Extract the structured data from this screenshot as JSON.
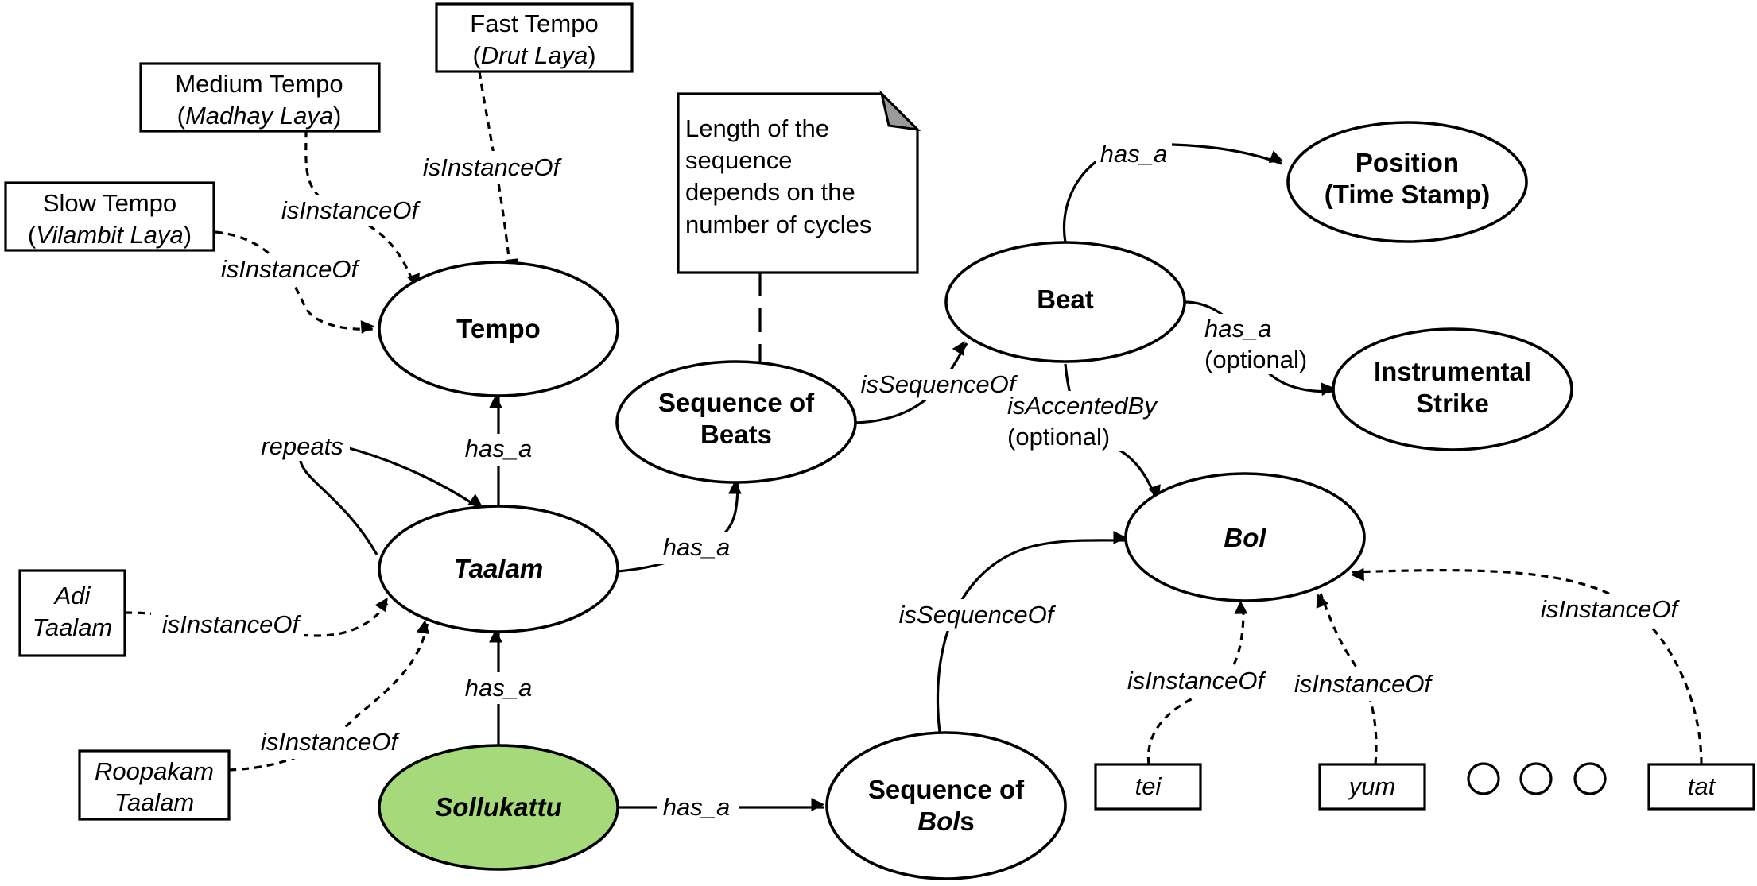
{
  "colors": {
    "stroke": "#000000",
    "background": "#ffffff",
    "sollukattu_fill": "#a5d97a"
  },
  "nodes": {
    "sollukattu": "Sollukattu",
    "taalam": "Taalam",
    "tempo": "Tempo",
    "sequence_of_beats": [
      "Sequence of",
      "Beats"
    ],
    "beat": "Beat",
    "position": [
      "Position",
      "(Time Stamp)"
    ],
    "instrumental_strike": [
      "Instrumental",
      "Strike"
    ],
    "bol": "Bol",
    "sequence_of_bols": [
      "Sequence of",
      "Bol",
      "s"
    ]
  },
  "boxes": {
    "fast_tempo": [
      "Fast Tempo",
      "(",
      "Drut Laya",
      ")"
    ],
    "medium_tempo": [
      "Medium Tempo",
      "(",
      "Madhay Laya",
      ")"
    ],
    "slow_tempo": [
      "Slow Tempo",
      "(",
      "Vilambit Laya",
      ")"
    ],
    "adi_taalam": [
      "Adi",
      "Taalam"
    ],
    "roopakam_taalam": [
      "Roopakam",
      "Taalam"
    ],
    "tei": "tei",
    "yum": "yum",
    "tat": "tat"
  },
  "note": [
    "Length of the",
    "sequence",
    "depends on the",
    "number of cycles"
  ],
  "edges": {
    "is_instance_of": "isInstanceOf",
    "has_a": "has_a",
    "repeats": "repeats",
    "is_sequence_of": "isSequenceOf",
    "is_accented_by": "isAccentedBy",
    "optional": "(optional)"
  }
}
